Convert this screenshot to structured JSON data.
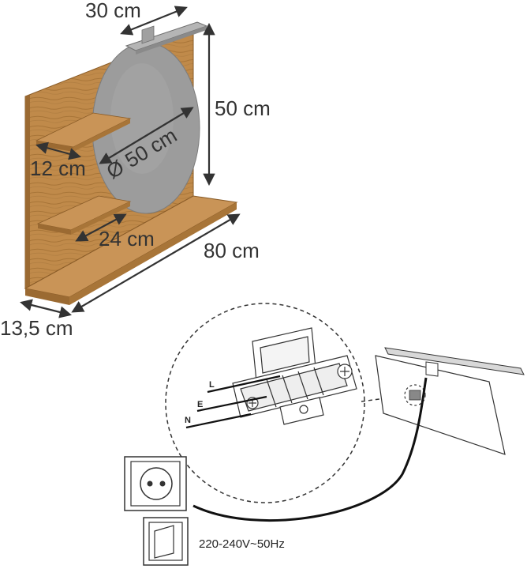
{
  "dimensions": {
    "depth_top": "30 cm",
    "height": "50 cm",
    "mirror_diameter": "Ø 50 cm",
    "shelf_depth": "12 cm",
    "shelf_width": "24 cm",
    "width": "80 cm",
    "base_depth": "13,5 cm"
  },
  "wiring": {
    "label_l": "L",
    "label_e": "E",
    "label_n": "N",
    "voltage": "220-240V~50Hz"
  },
  "colors": {
    "wood": "#c08a4a",
    "wood_dark": "#9b6a32",
    "mirror": "#9c9c9c",
    "outline": "#333333"
  }
}
